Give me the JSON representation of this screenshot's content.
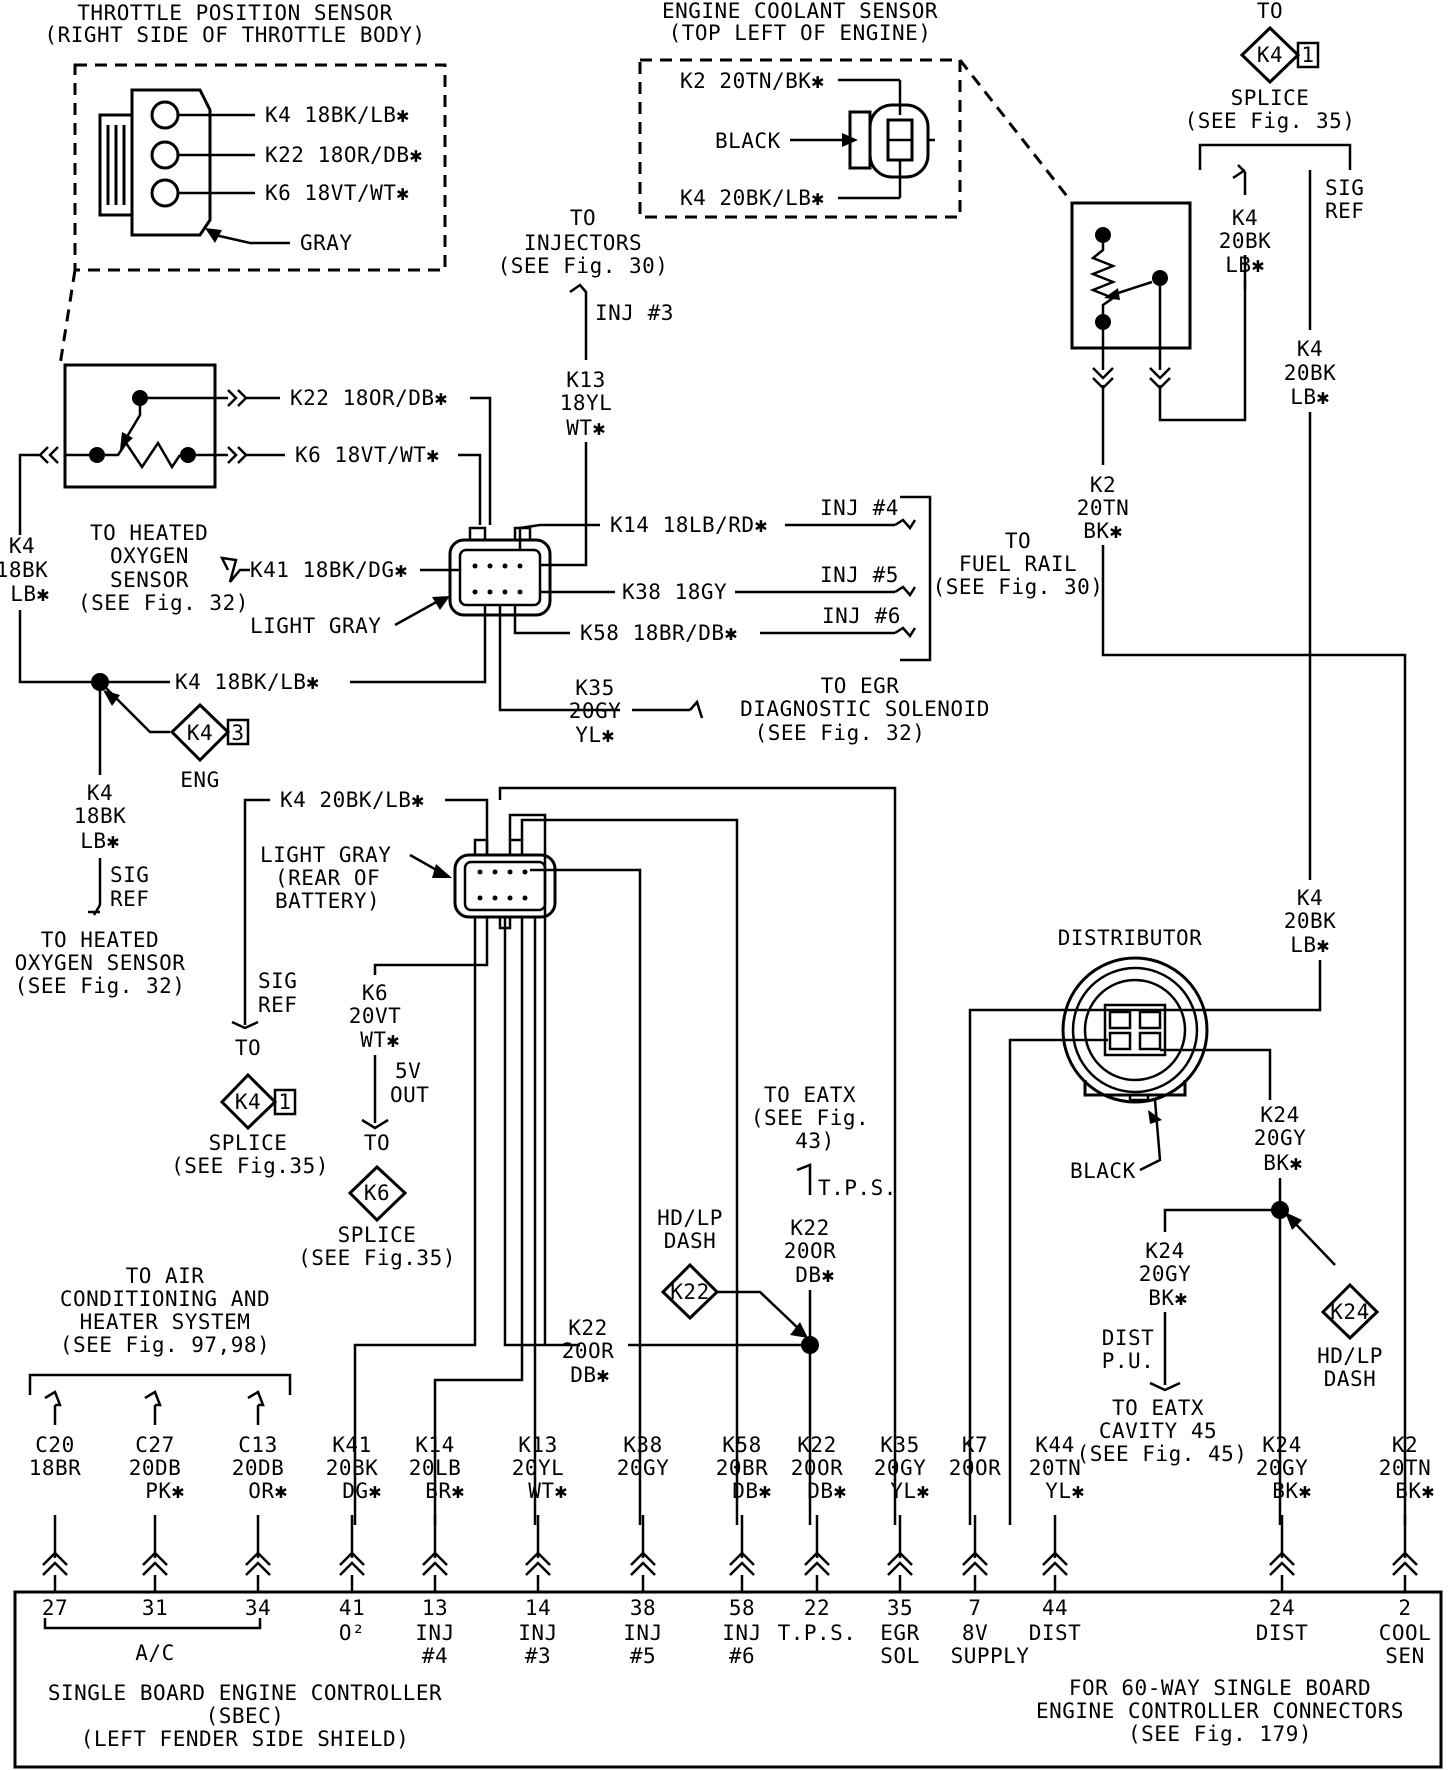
{
  "tps": {
    "title": "THROTTLE POSITION SENSOR",
    "subtitle": "(RIGHT SIDE OF THROTTLE BODY)",
    "pin1": "K4 18BK/LB✱",
    "pin2": "K22 18OR/DB✱",
    "pin3": "K6 18VT/WT✱",
    "color": "GRAY"
  },
  "ect": {
    "title": "ENGINE COOLANT SENSOR",
    "subtitle": "(TOP LEFT OF ENGINE)",
    "pin1": "K2 20TN/BK✱",
    "color": "BLACK",
    "pin2": "K4 20BK/LB✱"
  },
  "splice_top": {
    "to": "TO",
    "label": "K4",
    "num": "1",
    "name": "SPLICE",
    "see": "(SEE Fig. 35)"
  },
  "top_right": {
    "k4_a": "K4",
    "k4_b": "20BK",
    "k4_c": "LB✱",
    "sig": "SIG",
    "ref": "REF",
    "k4r_a": "K4",
    "k4r_b": "20BK",
    "k4r_c": "LB✱",
    "k2_a": "K2",
    "k2_b": "20TN",
    "k2_c": "BK✱",
    "k4d_a": "K4",
    "k4d_b": "20BK",
    "k4d_c": "LB✱"
  },
  "injectors": {
    "to": "TO",
    "name": "INJECTORS",
    "see": "(SEE Fig. 30)",
    "inj3": "INJ #3",
    "k13_a": "K13",
    "k13_b": "18YL",
    "k13_c": "WT✱"
  },
  "tps_wires": {
    "k22": "K22 18OR/DB✱",
    "k6": "K6 18VT/WT✱",
    "k4_a": "K4",
    "k4_b": "18BK",
    "k4_c": "LB✱"
  },
  "conn1": {
    "k14": "K14 18LB/RD✱",
    "inj4": "INJ #4",
    "k41": "K41 18BK/DG✱",
    "k38": "K38 18GY",
    "inj5": "INJ #5",
    "inj6": "INJ #6",
    "k58": "K58 18BR/DB✱",
    "light_gray": "LIGHT GRAY",
    "k4": "K4 18BK/LB✱",
    "ho2s_1": "TO HEATED",
    "ho2s_2": "OXYGEN",
    "ho2s_3": "SENSOR",
    "ho2s_4": "(SEE Fig. 32)",
    "fuel_rail_1": "TO",
    "fuel_rail_2": "FUEL RAIL",
    "fuel_rail_3": "(SEE Fig. 30)"
  },
  "egr": {
    "k35_a": "K35",
    "k35_b": "20GY",
    "k35_c": "YL✱",
    "to": "TO EGR",
    "name": "DIAGNOSTIC SOLENOID",
    "see": "(SEE Fig. 32)"
  },
  "eng_splice": {
    "label": "K4",
    "num": "3",
    "name": "ENG",
    "k4_a": "K4",
    "k4_b": "18BK",
    "k4_c": "LB✱",
    "sig": "SIG",
    "ref": "REF",
    "to1": "TO HEATED",
    "to2": "OXYGEN SENSOR",
    "to3": "(SEE Fig. 32)"
  },
  "conn2": {
    "k4": "K4 20BK/LB✱",
    "lg1": "LIGHT GRAY",
    "lg2": "(REAR OF",
    "lg3": "BATTERY)",
    "sig": "SIG",
    "ref": "REF",
    "to": "TO",
    "splice_label": "K4",
    "splice_num": "1",
    "splice_name": "SPLICE",
    "splice_see": "(SEE Fig.35)",
    "k6_a": "K6",
    "k6_b": "20VT",
    "k6_c": "WT✱",
    "v5": "5V",
    "out": "OUT",
    "to2": "TO",
    "k6splice": "K6",
    "k6splice_name": "SPLICE",
    "k6splice_see": "(SEE Fig.35)"
  },
  "eatx_top": {
    "to": "TO EATX",
    "see1": "(SEE Fig.",
    "see2": "43)",
    "tps": "T.P.S.",
    "k22_a": "K22",
    "k22_b": "20OR",
    "k22_c": "DB✱"
  },
  "hdlp": {
    "l1": "HD/LP",
    "l2": "DASH",
    "k22": "K22",
    "w_a": "K22",
    "w_b": "20OR",
    "w_c": "DB✱"
  },
  "distributor": {
    "title": "DISTRIBUTOR",
    "color": "BLACK",
    "k24_a": "K24",
    "k24_b": "20GY",
    "k24_c": "BK✱",
    "k24l_a": "K24",
    "k24l_b": "20GY",
    "k24l_c": "BK✱",
    "dist": "DIST",
    "pu": "P.U.",
    "eatx1": "TO EATX",
    "eatx2": "CAVITY 45",
    "eatx3": "(SEE Fig. 45)",
    "splice": "K24",
    "dash1": "HD/LP",
    "dash2": "DASH"
  },
  "ac": {
    "t1": "TO AIR",
    "t2": "CONDITIONING AND",
    "t3": "HEATER SYSTEM",
    "t4": "(SEE Fig. 97,98)"
  },
  "terminals": [
    {
      "w1": "C20",
      "w2": "18BR",
      "w3": "",
      "pin": "27",
      "f1": "",
      "f2": "",
      "f3": ""
    },
    {
      "w1": "C27",
      "w2": "20DB",
      "w3": "PK✱",
      "pin": "31",
      "f1": "",
      "f2": "",
      "f3": ""
    },
    {
      "w1": "C13",
      "w2": "20DB",
      "w3": "OR✱",
      "pin": "34",
      "f1": "",
      "f2": "",
      "f3": ""
    },
    {
      "w1": "K41",
      "w2": "20BK",
      "w3": "DG✱",
      "pin": "41",
      "f1": "O²",
      "f2": "",
      "f3": ""
    },
    {
      "w1": "K14",
      "w2": "20LB",
      "w3": "BR✱",
      "pin": "13",
      "f1": "INJ",
      "f2": "#4",
      "f3": ""
    },
    {
      "w1": "K13",
      "w2": "20YL",
      "w3": "WT✱",
      "pin": "14",
      "f1": "INJ",
      "f2": "#3",
      "f3": ""
    },
    {
      "w1": "K38",
      "w2": "20GY",
      "w3": "",
      "pin": "38",
      "f1": "INJ",
      "f2": "#5",
      "f3": ""
    },
    {
      "w1": "K58",
      "w2": "20BR",
      "w3": "DB✱",
      "pin": "58",
      "f1": "INJ",
      "f2": "#6",
      "f3": ""
    },
    {
      "w1": "K22",
      "w2": "20OR",
      "w3": "DB✱",
      "pin": "22",
      "f1": "T.P.S.",
      "f2": "",
      "f3": ""
    },
    {
      "w1": "K35",
      "w2": "20GY",
      "w3": "YL✱",
      "pin": "35",
      "f1": "EGR",
      "f2": "SOL",
      "f3": ""
    },
    {
      "w1": "K7",
      "w2": "20OR",
      "w3": "",
      "pin": "7",
      "f1": "8V",
      "f2": "SUPPLY",
      "f3": ""
    },
    {
      "w1": "K44",
      "w2": "20TN",
      "w3": "YL✱",
      "pin": "44",
      "f1": "DIST",
      "f2": "",
      "f3": ""
    },
    {
      "w1": "K24",
      "w2": "20GY",
      "w3": "BK✱",
      "pin": "24",
      "f1": "DIST",
      "f2": "",
      "f3": ""
    },
    {
      "w1": "K2",
      "w2": "20TN",
      "w3": "BK✱",
      "pin": "2",
      "f1": "COOL",
      "f2": "SEN",
      "f3": ""
    }
  ],
  "sbec": {
    "ac": "A/C",
    "l1": "SINGLE BOARD ENGINE CONTROLLER",
    "l2": "(SBEC)",
    "l3": "(LEFT FENDER SIDE SHIELD)",
    "r1": "FOR 60-WAY SINGLE BOARD",
    "r2": "ENGINE CONTROLLER CONNECTORS",
    "r3": "(SEE Fig. 179)"
  }
}
